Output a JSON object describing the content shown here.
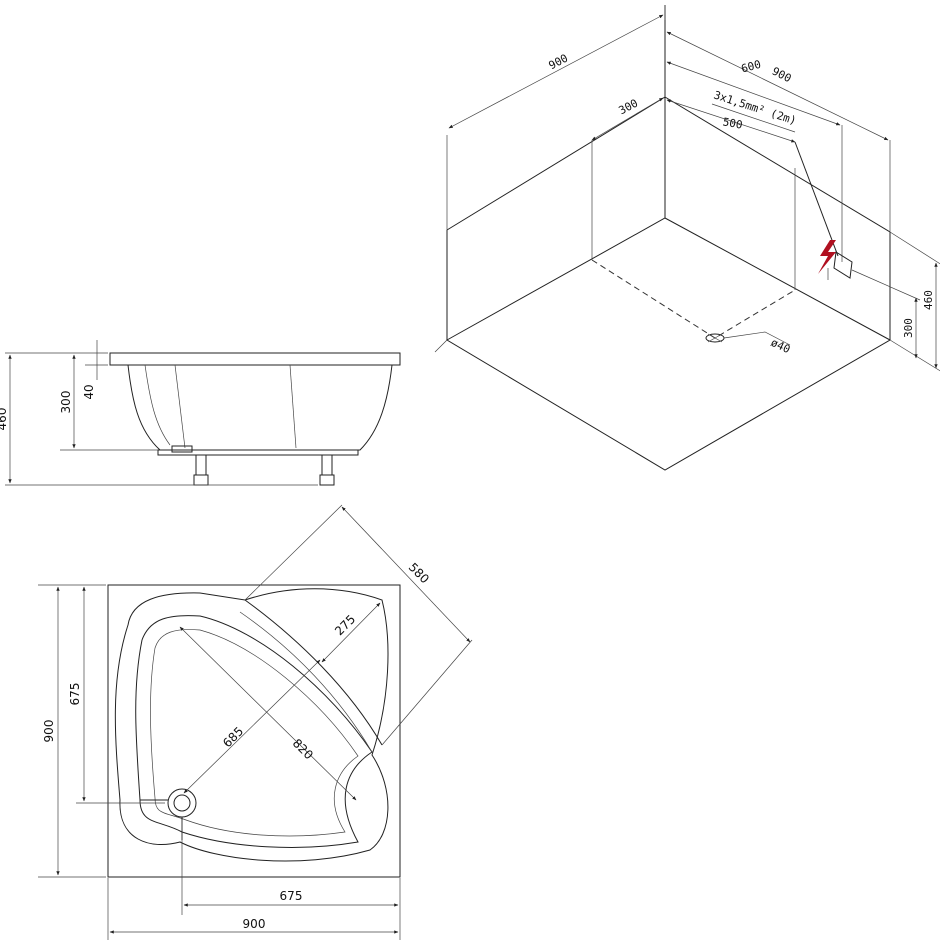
{
  "side_view": {
    "dim_total_height": "460",
    "dim_tray_height": "300",
    "dim_rim": "40"
  },
  "plan_view": {
    "dim_width_bottom": "900",
    "dim_width_left": "900",
    "dim_drain_x": "675",
    "dim_drain_y": "675",
    "dim_diag_685": "685",
    "dim_diag_820": "820",
    "dim_275": "275",
    "dim_580": "580"
  },
  "iso_view": {
    "dim_left_900": "900",
    "dim_right_900": "900",
    "dim_600": "600",
    "dim_300_top": "300",
    "dim_500": "500",
    "cable_spec": "3x1,5mm² (2m)",
    "dim_460": "460",
    "dim_300_side": "300",
    "drain_spec": "ø40",
    "hazard_color": "#b01020"
  }
}
